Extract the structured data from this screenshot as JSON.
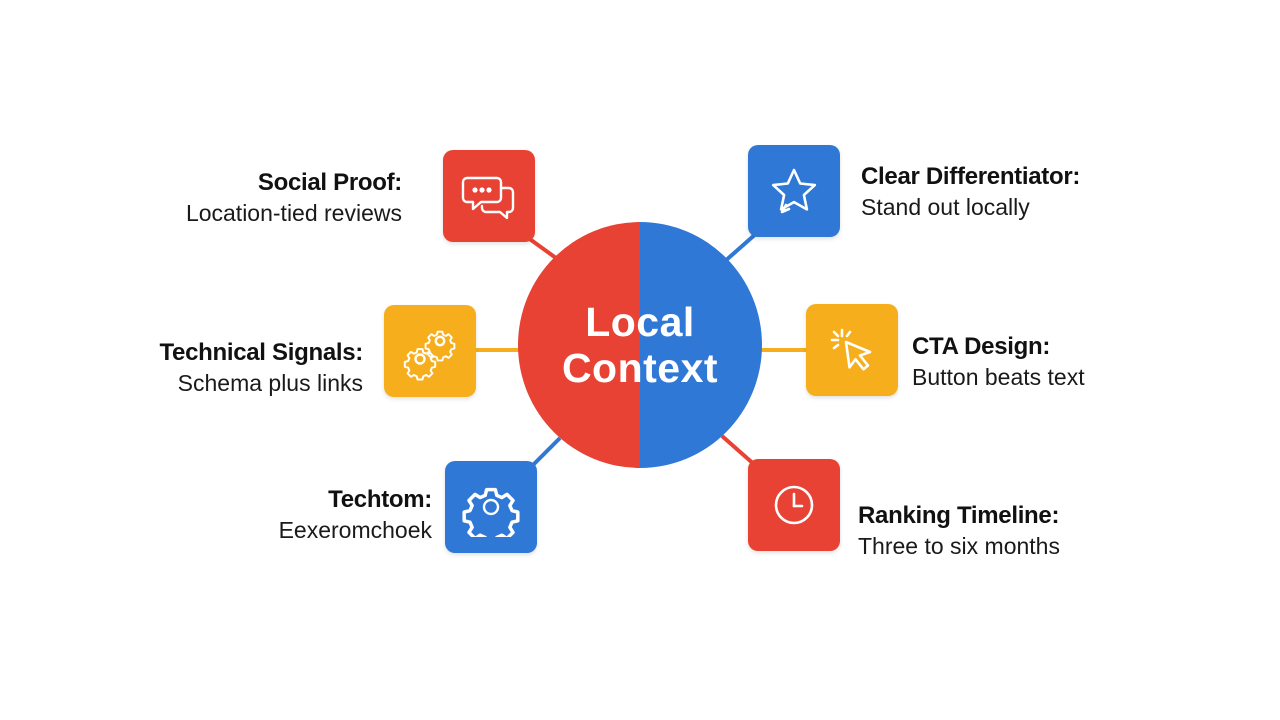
{
  "colors": {
    "red": "#E84234",
    "blue": "#2F78D6",
    "yellow": "#F6AE1C",
    "white": "#FFFFFF"
  },
  "center": {
    "title": "Local\nContext"
  },
  "nodes": [
    {
      "id": "social-proof",
      "title": "Social Proof:",
      "subtitle": "Location-tied reviews",
      "color": "#E84234",
      "icon": "chat-bubbles-icon"
    },
    {
      "id": "technical-signals",
      "title": "Technical Signals:",
      "subtitle": "Schema plus links",
      "color": "#F6AE1C",
      "icon": "gears-icon"
    },
    {
      "id": "techtom",
      "title": "Techtom:",
      "subtitle": "Eexeromchoek",
      "color": "#2F78D6",
      "icon": "gear-icon"
    },
    {
      "id": "clear-differentiator",
      "title": "Clear Differentiator:",
      "subtitle": "Stand out locally",
      "color": "#2F78D6",
      "icon": "star-icon"
    },
    {
      "id": "cta-design",
      "title": "CTA Design:",
      "subtitle": "Button beats text",
      "color": "#F6AE1C",
      "icon": "cursor-click-icon"
    },
    {
      "id": "ranking-timeline",
      "title": "Ranking Timeline:",
      "subtitle": "Three to six months",
      "color": "#E84234",
      "icon": "clock-icon"
    }
  ]
}
